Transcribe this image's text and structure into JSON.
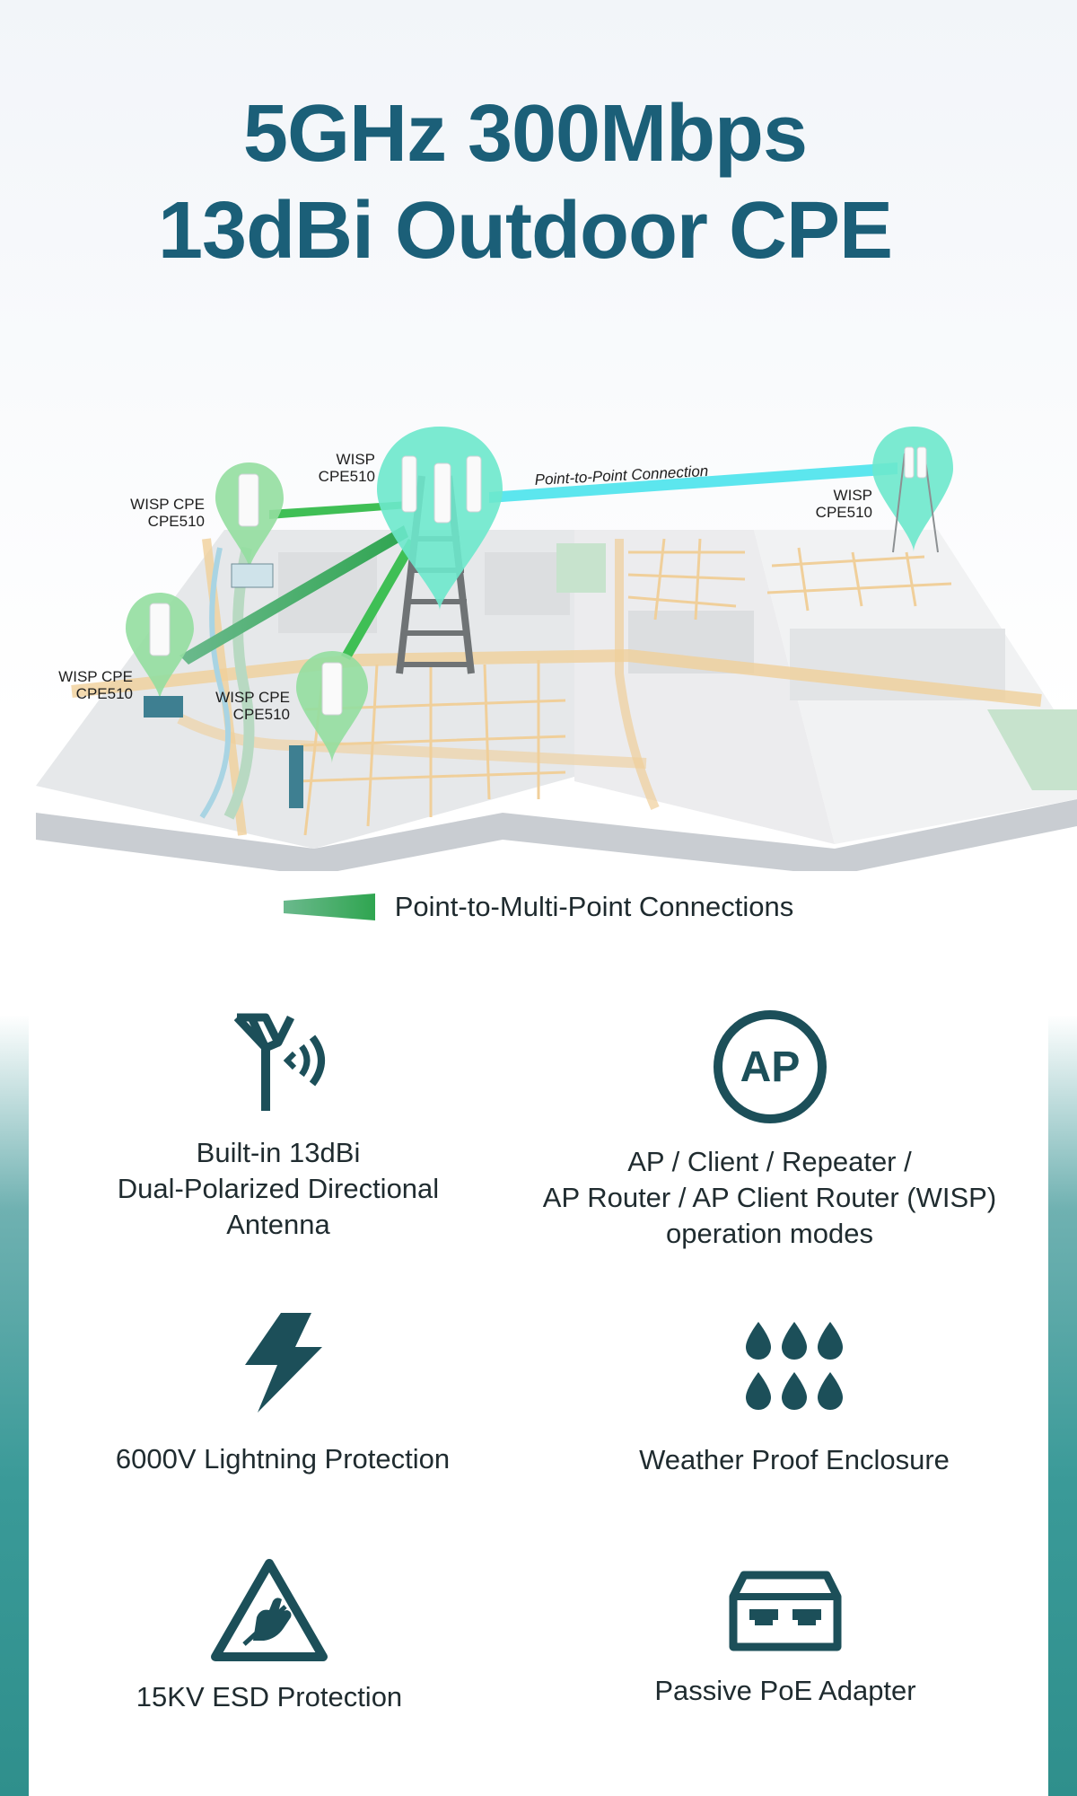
{
  "title": {
    "line1": "5GHz 300Mbps",
    "line2": "13dBi Outdoor CPE"
  },
  "diagram": {
    "ptp_label": "Point-to-Point Connection",
    "nodes": [
      {
        "line1": "WISP",
        "line2": "CPE510"
      },
      {
        "line1": "WISP CPE",
        "line2": "CPE510"
      },
      {
        "line1": "WISP CPE",
        "line2": "CPE510"
      },
      {
        "line1": "WISP CPE",
        "line2": "CPE510"
      },
      {
        "line1": "WISP",
        "line2": "CPE510"
      }
    ],
    "legend_label": "Point-to-Multi-Point Connections",
    "colors": {
      "pin_central": "#6de8cc",
      "pin_client": "#93dea0",
      "ptp_beam": "#5ce6ee",
      "ptmp_beam": "#3fbf55",
      "map_base": "#e8eaec",
      "roads": "#f0cf9a"
    }
  },
  "features": [
    {
      "icon": "antenna-icon",
      "lines": [
        "Built-in 13dBi",
        "Dual-Polarized Directional",
        "Antenna"
      ]
    },
    {
      "icon": "ap-icon",
      "icon_text": "AP",
      "lines": [
        "AP / Client / Repeater /",
        "AP Router / AP Client Router (WISP)",
        "operation modes"
      ]
    },
    {
      "icon": "lightning-icon",
      "lines": [
        "6000V Lightning Protection"
      ]
    },
    {
      "icon": "water-drops-icon",
      "lines": [
        "Weather Proof Enclosure"
      ]
    },
    {
      "icon": "esd-warning-icon",
      "lines": [
        "15KV ESD Protection"
      ]
    },
    {
      "icon": "poe-adapter-icon",
      "lines": [
        "Passive PoE Adapter"
      ]
    }
  ],
  "colors": {
    "title": "#1b5f78",
    "icon": "#1c4f59",
    "side_accent": "#3a9a98"
  }
}
